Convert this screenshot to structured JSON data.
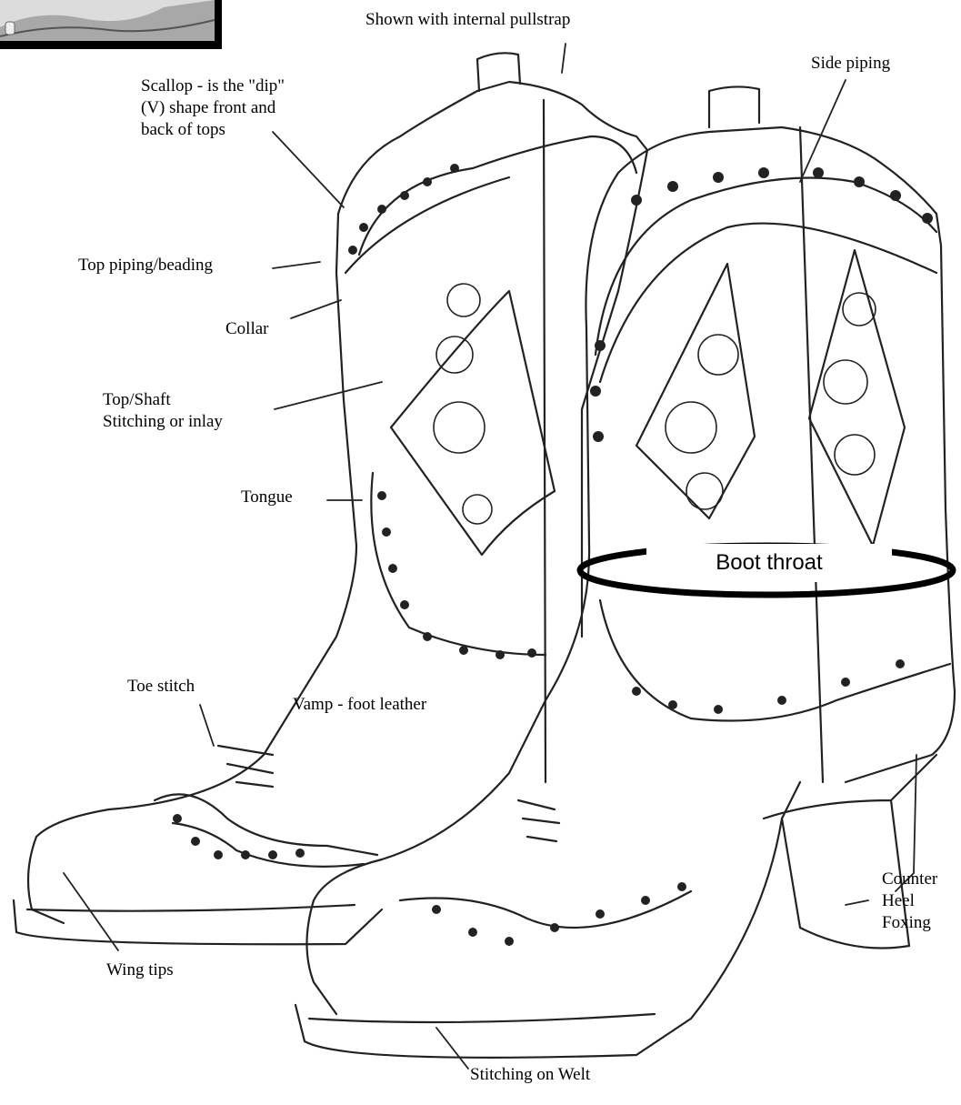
{
  "labels": {
    "pullstrap": "Shown with internal pullstrap",
    "side_piping": "Side piping",
    "scallop": "Scallop - is the \"dip\"\n(V) shape front and\nback of tops",
    "top_piping": "Top piping/beading",
    "collar": "Collar",
    "top_shaft": "Top/Shaft\nStitching or inlay",
    "tongue": "Tongue",
    "boot_throat": "Boot throat",
    "toe_stitch": "Toe stitch",
    "vamp": "Vamp - foot leather",
    "counter": "Counter\nHeel\nFoxing",
    "wing_tips": "Wing tips",
    "welt": "Stitching on Welt"
  },
  "colors": {
    "ink": "#000000",
    "paper": "#ffffff",
    "line": "#222222"
  },
  "icons": {
    "corner_inset": "boot-sketch-thumbnail"
  }
}
